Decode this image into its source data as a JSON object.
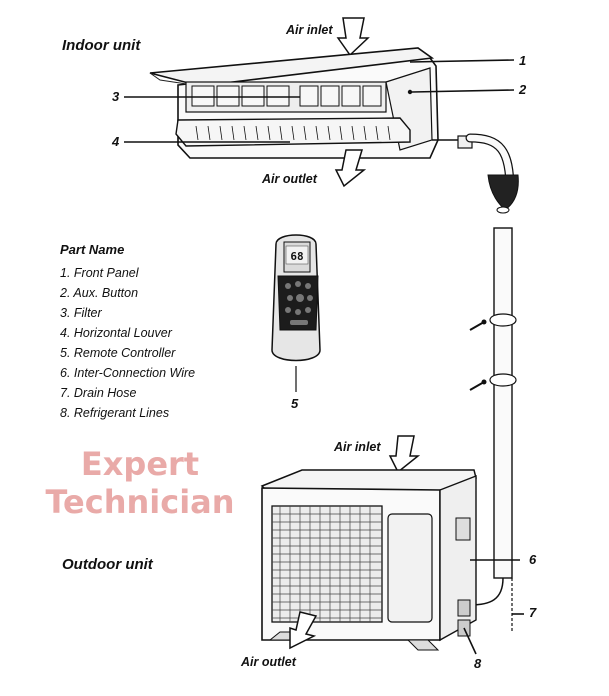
{
  "labels": {
    "indoor_unit": "Indoor unit",
    "outdoor_unit": "Outdoor unit",
    "air_inlet_top": "Air inlet",
    "air_outlet_top": "Air outlet",
    "air_inlet_bottom": "Air inlet",
    "air_outlet_bottom": "Air outlet"
  },
  "callouts": [
    "1",
    "2",
    "3",
    "4",
    "5",
    "6",
    "7",
    "8"
  ],
  "part_list": {
    "title": "Part Name",
    "items": [
      "1.  Front Panel",
      "2.  Aux. Button",
      "3.  Filter",
      "4.  Horizontal Louver",
      "5.  Remote Controller",
      "6.  Inter-Connection Wire",
      "7.  Drain Hose",
      "8.  Refrigerant Lines"
    ]
  },
  "remote_display": "68",
  "watermark": [
    "Expert",
    "Technician"
  ],
  "colors": {
    "watermark": "#e9aaa8",
    "line": "#111111",
    "panel_fill": "#f4f4f4"
  }
}
